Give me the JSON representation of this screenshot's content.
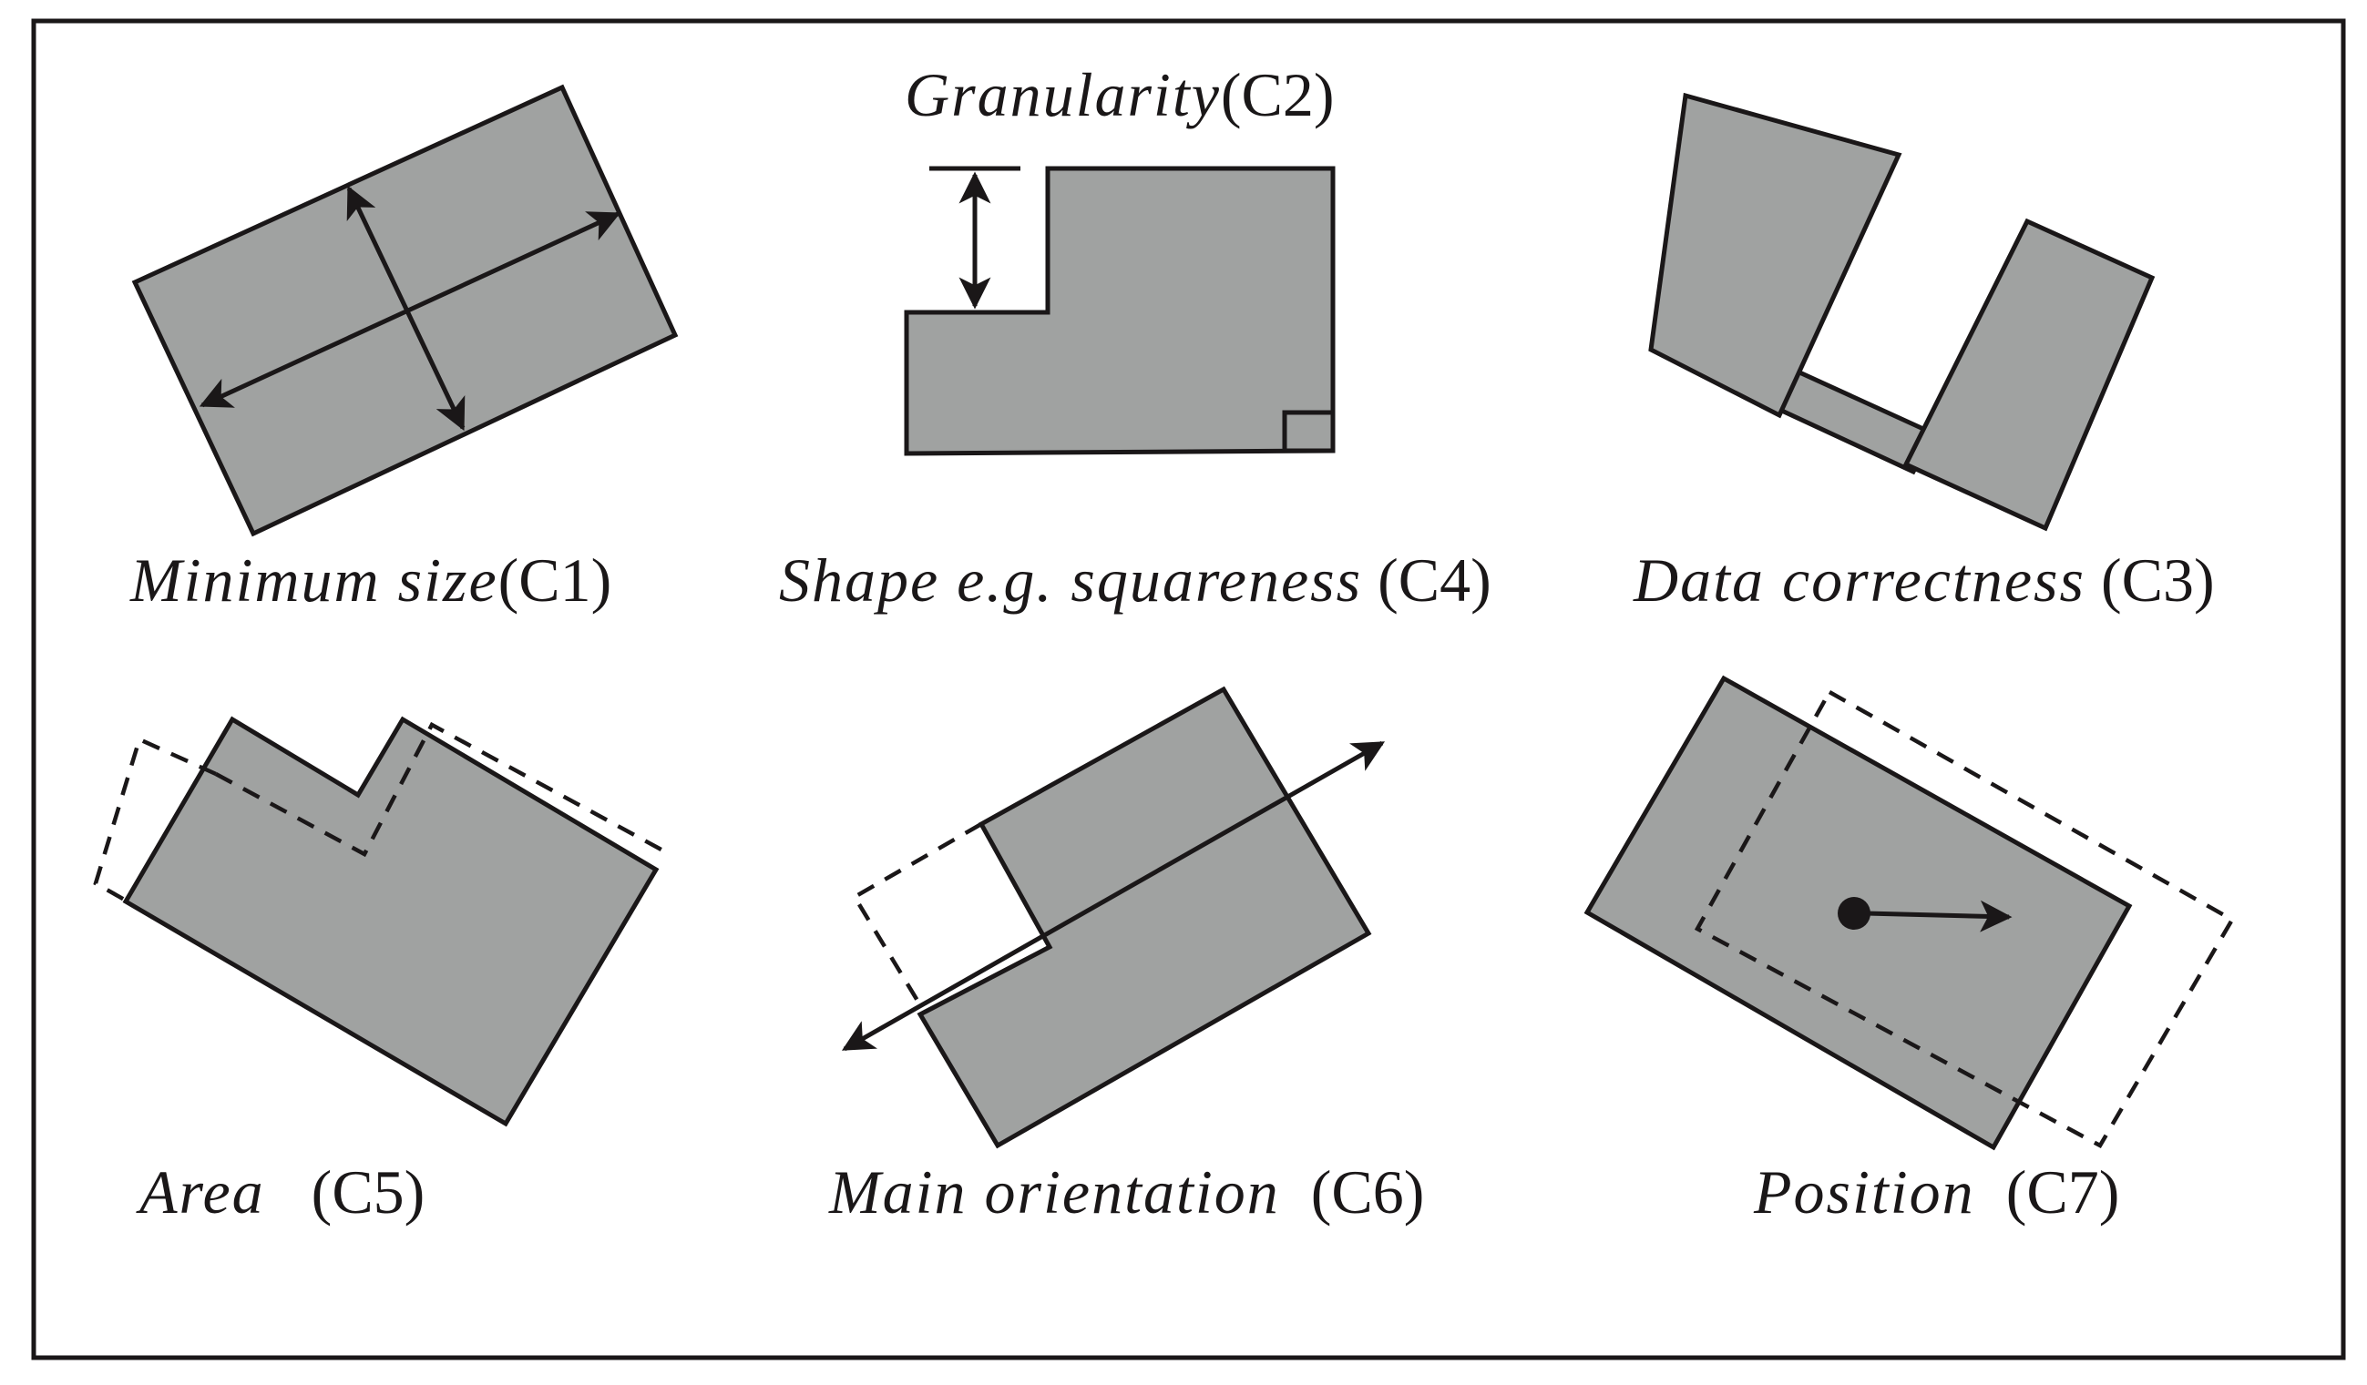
{
  "colors": {
    "shape_fill": "#a0a2a1",
    "stroke": "#1a1718",
    "background": "#ffffff"
  },
  "panels": {
    "c1": {
      "term": "Minimum size",
      "code": "(C1)"
    },
    "c2": {
      "term": "Granularity",
      "code": "(C2)"
    },
    "c4": {
      "term": "Shape e.g. squareness",
      "code": " (C4)"
    },
    "c3": {
      "term": "Data correctness",
      "code": " (C3)"
    },
    "c5": {
      "term": "Area",
      "code": "   (C5)"
    },
    "c6": {
      "term": "Main orientation",
      "code": "  (C6)"
    },
    "c7": {
      "term": "Position",
      "code": "  (C7)"
    }
  }
}
